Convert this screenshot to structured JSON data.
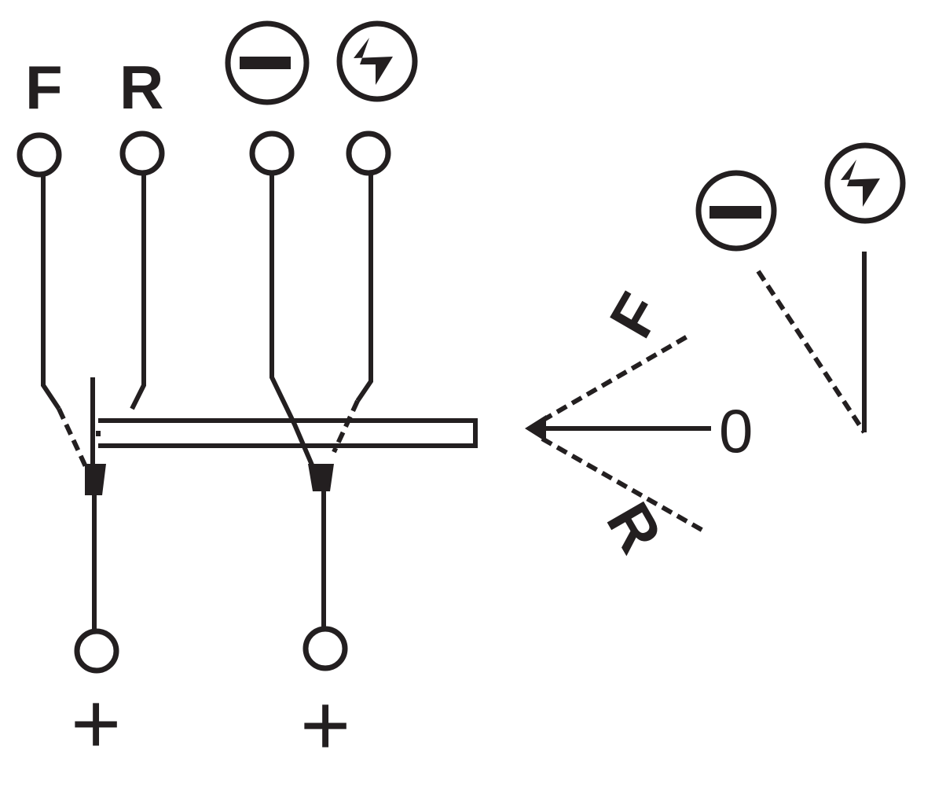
{
  "labels": {
    "forward": "F",
    "reverse": "R",
    "neutral": "0",
    "plus": "+"
  },
  "selector": {
    "forward": "F",
    "neutral": "0",
    "reverse": "R"
  },
  "icons": [
    "minus-circle-icon",
    "lightning-circle-icon"
  ],
  "colors": {
    "ink": "#231f20",
    "background": "#ffffff"
  }
}
